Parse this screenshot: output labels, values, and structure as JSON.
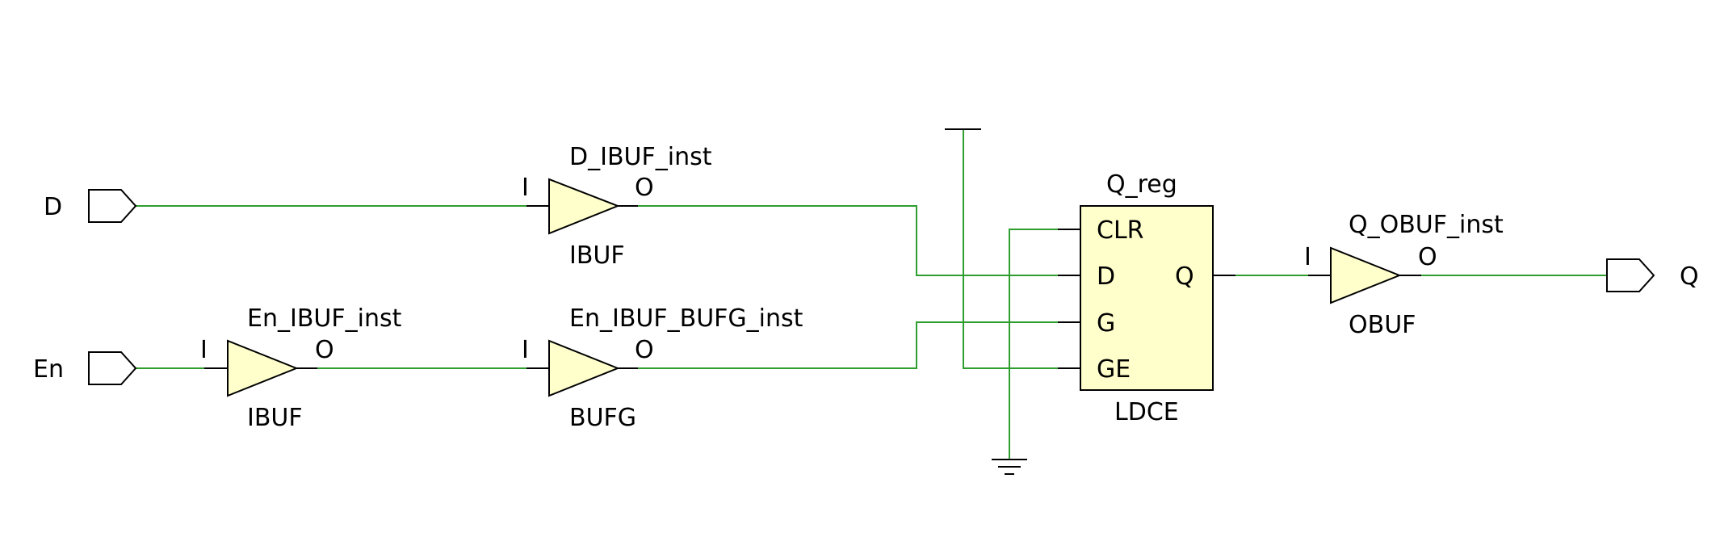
{
  "colors": {
    "wire": "#2e9e2e",
    "component_fill": "#ffffcc",
    "outline": "#000000",
    "background": "#ffffff"
  },
  "ports": {
    "d_input": "D",
    "en_input": "En",
    "q_output": "Q"
  },
  "d_ibuf": {
    "instance": "D_IBUF_inst",
    "type": "IBUF",
    "pin_in": "I",
    "pin_out": "O"
  },
  "en_ibuf": {
    "instance": "En_IBUF_inst",
    "type": "IBUF",
    "pin_in": "I",
    "pin_out": "O"
  },
  "en_bufg": {
    "instance": "En_IBUF_BUFG_inst",
    "type": "BUFG",
    "pin_in": "I",
    "pin_out": "O"
  },
  "q_reg": {
    "instance": "Q_reg",
    "type": "LDCE",
    "pins": {
      "clr": "CLR",
      "d": "D",
      "g": "G",
      "ge": "GE",
      "q": "Q"
    }
  },
  "q_obuf": {
    "instance": "Q_OBUF_inst",
    "type": "OBUF",
    "pin_in": "I",
    "pin_out": "O"
  },
  "supplies": {
    "vcc": "vcc-symbol",
    "gnd": "ground-symbol"
  }
}
